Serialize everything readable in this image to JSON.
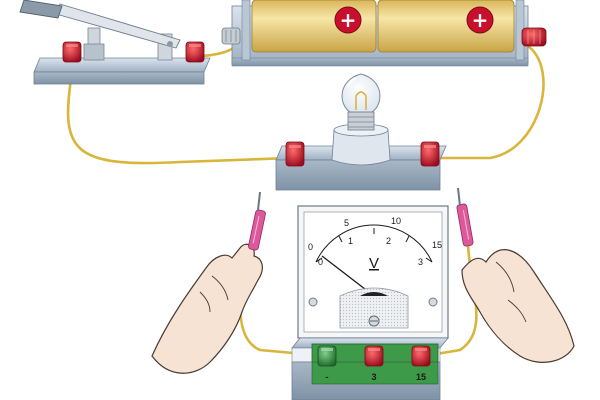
{
  "components": {
    "battery_cells": [
      {
        "terminal_symbol": "+"
      },
      {
        "terminal_symbol": "+"
      }
    ],
    "switch": {
      "state": "open"
    },
    "lamp": {
      "state": "lit"
    },
    "voltmeter": {
      "unit_symbol": "V",
      "upper_scale_labels": [
        "0",
        "5",
        "10",
        "15"
      ],
      "lower_scale_labels": [
        "0",
        "1",
        "2",
        "3"
      ],
      "terminals": [
        {
          "label": "-",
          "color": "#2e8b3a"
        },
        {
          "label": "3",
          "color": "#c8102e"
        },
        {
          "label": "15",
          "color": "#c8102e"
        }
      ]
    },
    "probes": [
      {
        "hand": "left",
        "tip_color": "#e0589c"
      },
      {
        "hand": "right",
        "tip_color": "#e0589c"
      }
    ]
  },
  "colors": {
    "battery_gold": "#e9d089",
    "wire_yellow": "#d9b53a",
    "base_steel": "#b9c6d4",
    "terminal_red": "#c8102e",
    "skin": "#f6e3d3",
    "panel_green": "#3c9a48"
  }
}
